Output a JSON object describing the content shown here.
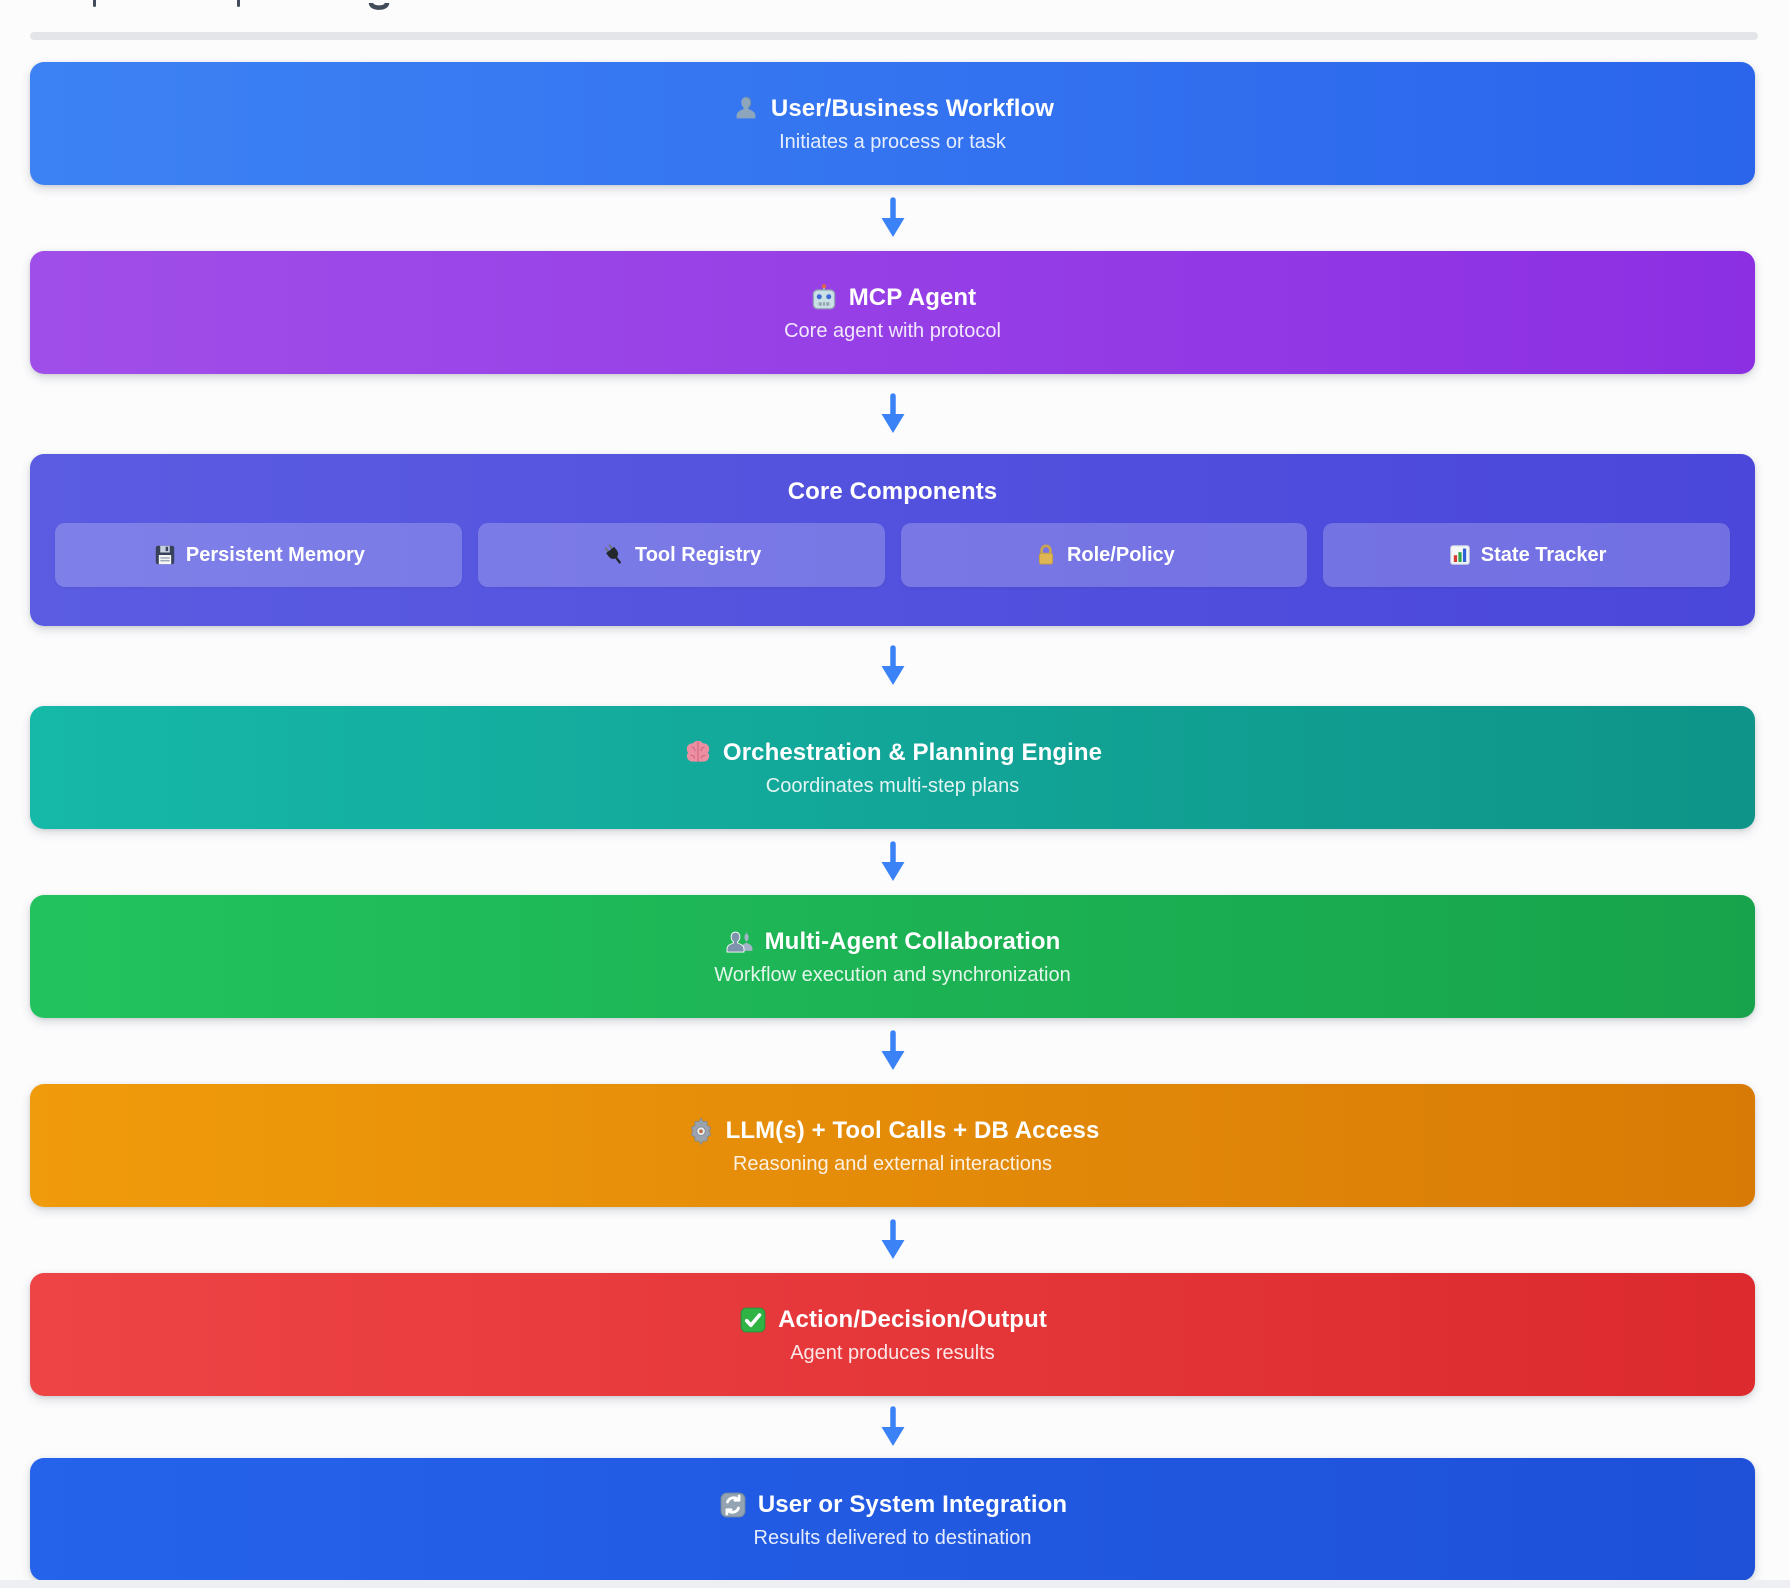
{
  "page": {
    "top_cropped_title": "heading cut off at top edge; only descender fragments of three letters visible",
    "divider_color": "#e3e5e9",
    "background_color": "#fcfcfd"
  },
  "flow": {
    "arrow_color": "#3b82f6",
    "nodes": [
      {
        "id": "user-business-workflow",
        "icon": "user-icon",
        "title": "User/Business Workflow",
        "subtitle": "Initiates a process or task",
        "gradient": [
          "#3d82f4",
          "#2a65ec"
        ]
      },
      {
        "id": "mcp-agent",
        "icon": "robot-icon",
        "title": "MCP Agent",
        "subtitle": "Core agent with protocol",
        "gradient": [
          "#a04ee9",
          "#8c2fe3"
        ]
      },
      {
        "id": "core-components",
        "icon": null,
        "title": "Core Components",
        "subtitle": null,
        "gradient": [
          "#5b5ce2",
          "#4a47da"
        ],
        "children": [
          {
            "icon": "floppy-disk-icon",
            "label": "Persistent Memory"
          },
          {
            "icon": "plug-icon",
            "label": "Tool Registry"
          },
          {
            "icon": "lock-icon",
            "label": "Role/Policy"
          },
          {
            "icon": "bar-chart-icon",
            "label": "State Tracker"
          }
        ]
      },
      {
        "id": "orchestration-planning-engine",
        "icon": "brain-icon",
        "title": "Orchestration & Planning Engine",
        "subtitle": "Coordinates multi-step plans",
        "gradient": [
          "#16b8a8",
          "#0e9488"
        ]
      },
      {
        "id": "multi-agent-collaboration",
        "icon": "people-icon",
        "title": "Multi-Agent Collaboration",
        "subtitle": "Workflow execution and synchronization",
        "gradient": [
          "#22c35e",
          "#17a34b"
        ]
      },
      {
        "id": "llm-tool-calls-db-access",
        "icon": "gear-icon",
        "title": "LLM(s) + Tool Calls + DB Access",
        "subtitle": "Reasoning and external interactions",
        "gradient": [
          "#f09b0b",
          "#d87b06"
        ]
      },
      {
        "id": "action-decision-output",
        "icon": "check-icon",
        "title": "Action/Decision/Output",
        "subtitle": "Agent produces results",
        "gradient": [
          "#ee4446",
          "#dc2a2e"
        ]
      },
      {
        "id": "user-or-system-integration",
        "icon": "sync-icon",
        "title": "User or System Integration",
        "subtitle": "Results delivered to destination",
        "gradient": [
          "#2563eb",
          "#1e50d8"
        ]
      }
    ]
  }
}
